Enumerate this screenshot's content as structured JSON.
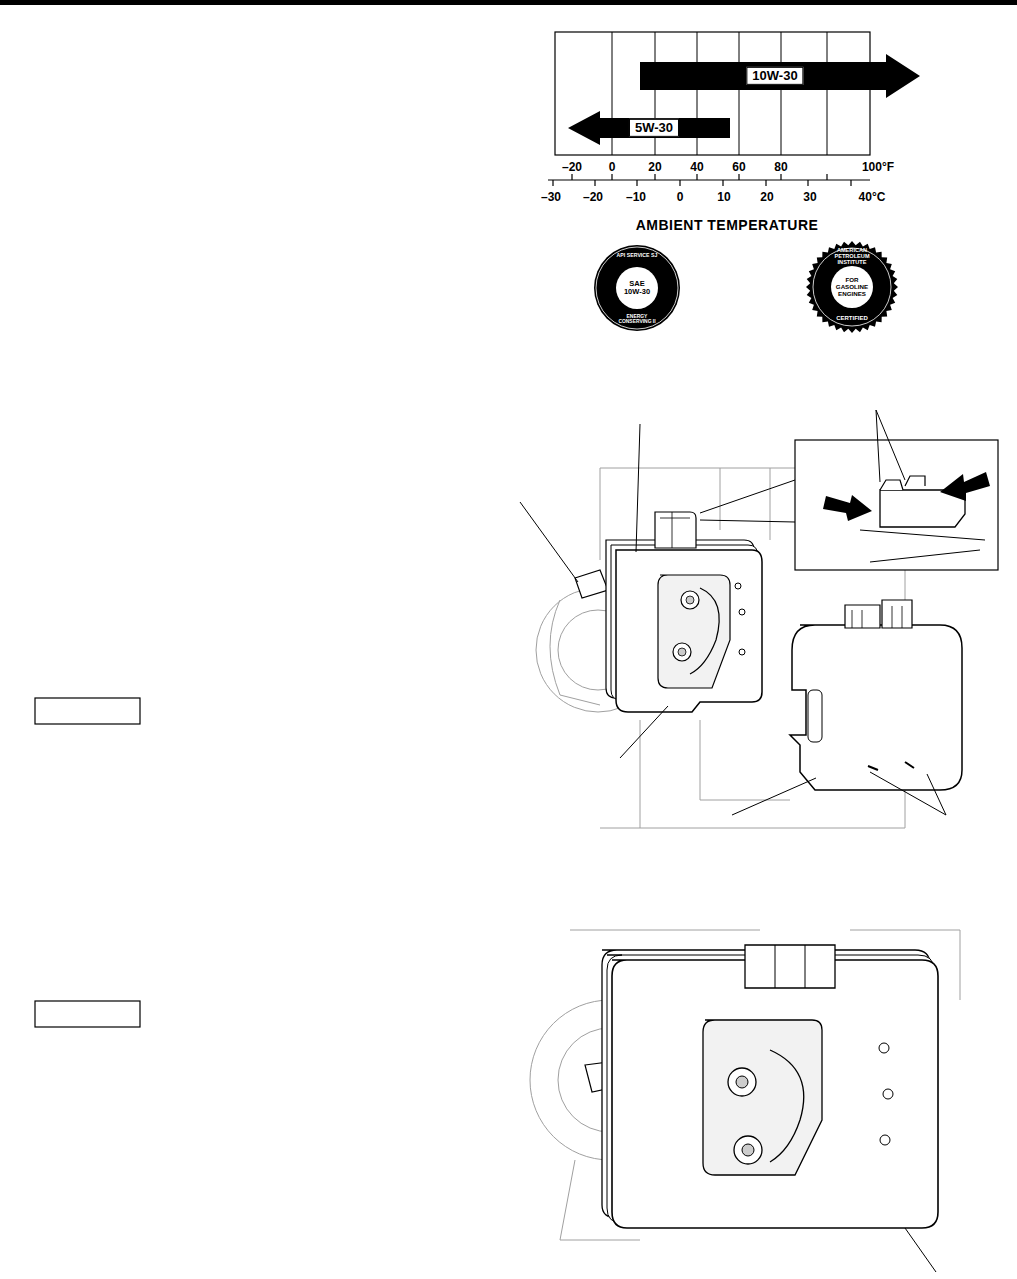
{
  "diagram": {
    "nodes": [
      {
        "text": [
          "10W-30"
        ]
      },
      {
        "text": [
          "5W-30"
        ]
      },
      {
        "text": [
          "API SERVICE SJ",
          "SAE 10W-30",
          "ENERGY CONSERVING II"
        ]
      },
      {
        "text": [
          "AMERICAN PETROLEUM INSTITUTE",
          "FOR GASOLINE ENGINES",
          "CERTIFIED"
        ]
      }
    ],
    "labels": [
      "–20",
      "0",
      "20",
      "40",
      "60",
      "80",
      "100°F",
      "–30",
      "–20",
      "–10",
      "0",
      "10",
      "20",
      "30",
      "40°C",
      "AMBIENT TEMPERATURE"
    ]
  }
}
